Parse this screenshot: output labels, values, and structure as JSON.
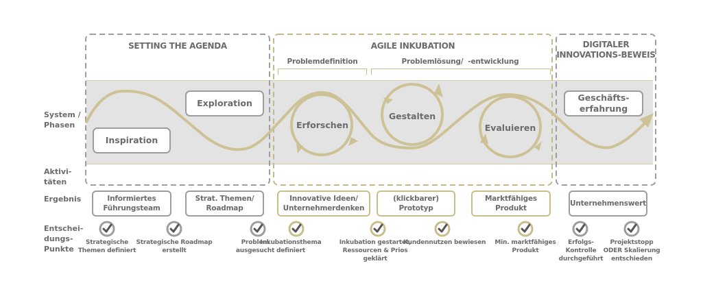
{
  "colors": {
    "gold": "#cdc296",
    "gold_dash": "#c4b886",
    "gray_dash": "#9d9d9d",
    "band": "#e3e3e3",
    "text": "#6b6b6b",
    "check_gray": "#9d9d9d",
    "check_gold": "#c9bd8a"
  },
  "row_labels": {
    "system": "System /\nPhasen",
    "activities": "Aktivi-\ntäten",
    "result": "Ergebnis",
    "decisions": "Entschei-\ndungs-\nPunkte"
  },
  "phases": [
    {
      "title": "SETTING THE AGENDA",
      "style": "gray"
    },
    {
      "title": "AGILE INKUBATION",
      "style": "gold"
    },
    {
      "title": "DIGITALER\nINNOVATIONS-BEWEIS",
      "style": "gray"
    }
  ],
  "subphases": [
    {
      "label": "Problemdefinition"
    },
    {
      "label": "Problemlösung/  -entwicklung"
    }
  ],
  "system_boxes": [
    {
      "label": "Inspiration"
    },
    {
      "label": "Exploration"
    },
    {
      "label": "Geschäfts-\nerfahrung"
    }
  ],
  "cycles": [
    {
      "label": "Erforschen"
    },
    {
      "label": "Gestalten"
    },
    {
      "label": "Evaluieren"
    }
  ],
  "results": [
    {
      "label": "Informiertes\nFührungsteam",
      "style": "gray"
    },
    {
      "label": "Strat. Themen/\nRoadmap",
      "style": "gray"
    },
    {
      "label": "Innovative Ideen/\nUnternehmerdenken",
      "style": "gold"
    },
    {
      "label": "(klickbarer)\nPrototyp",
      "style": "gold"
    },
    {
      "label": "Marktfähiges\nProdukt",
      "style": "gold"
    },
    {
      "label": "Unternehmenswert",
      "style": "gray"
    }
  ],
  "decisions": [
    {
      "label": "Strategische\nThemen definiert",
      "style": "gray"
    },
    {
      "label": "Strategische Roadmap\nerstellt",
      "style": "gray"
    },
    {
      "label": "Problem\nausgesucht",
      "style": "gray"
    },
    {
      "label": "Inkubationsthema\ndefiniert",
      "style": "gold"
    },
    {
      "label": "Inkubation gestartet,\nRessourcen & Prios\ngeklärt",
      "style": "gold"
    },
    {
      "label": "Kundennutzen bewiesen",
      "style": "gold"
    },
    {
      "label": "Min. marktfähiges\nProdukt",
      "style": "gold"
    },
    {
      "label": "Erfolgs-\nKontrolle\ndurchgeführt",
      "style": "gray"
    },
    {
      "label": "Projektstopp\nODER Skalierung\nentschieden",
      "style": "gray"
    }
  ]
}
